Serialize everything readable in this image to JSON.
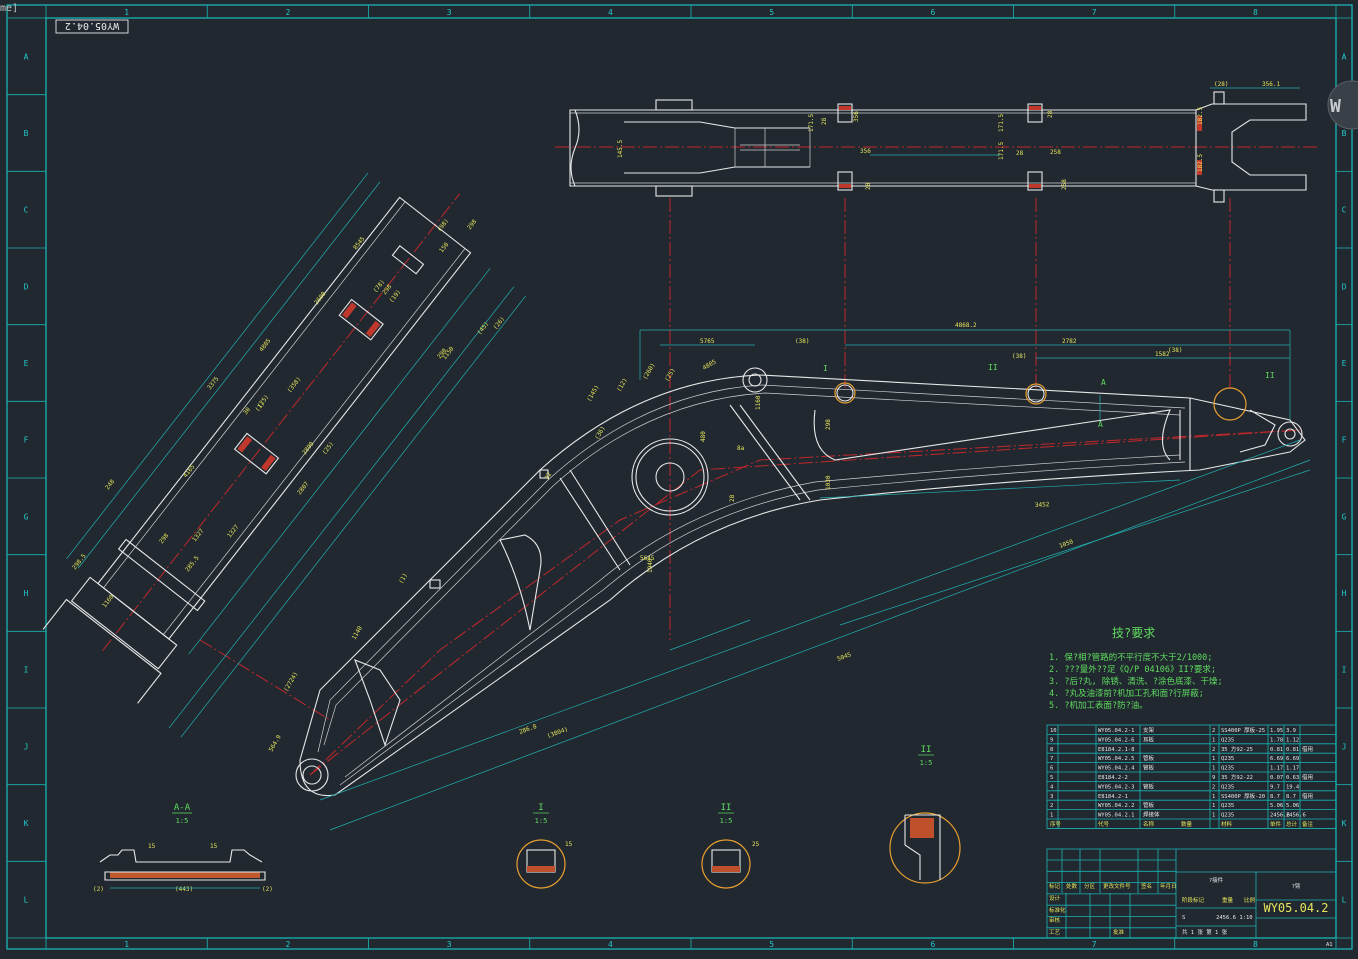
{
  "window": {
    "stub_label": "me]"
  },
  "drawing_code_rotated": "WY05.04.2",
  "zone_columns": [
    "1",
    "2",
    "3",
    "4",
    "5",
    "6",
    "7",
    "8"
  ],
  "zone_rows": [
    "A",
    "B",
    "C",
    "D",
    "E",
    "F",
    "G",
    "H",
    "I",
    "J",
    "K",
    "L"
  ],
  "section_labels": {
    "aa": "A-A",
    "aa_scale": "1:5",
    "s1": "I",
    "s1_scale": "1:5",
    "s2": "II",
    "s2_scale": "1:5",
    "s3": "II",
    "s3_scale": "1:5",
    "marker_a_top": "A",
    "marker_a_bottom": "A",
    "marker_i": "I",
    "marker_ii1": "II",
    "marker_ii2": "II"
  },
  "dimensions": {
    "top_view": [
      "(28)",
      "356.1",
      "182.5",
      "171.5",
      "171.5",
      "182.5",
      "171.5",
      "28",
      "28",
      "356",
      "258",
      "258",
      "28",
      "28",
      "356",
      "145.5"
    ],
    "main_view": [
      "4868.2",
      "5765",
      "2782",
      "1582",
      "(38)",
      "(38)",
      "(38)",
      "(25)",
      "4805",
      "1160",
      "(260)",
      "3452",
      "(12)",
      "(145)",
      "(36)",
      "298",
      "1030",
      "480",
      "28",
      "32",
      "1940",
      "1050",
      "8a",
      "(1)",
      "5045",
      "1140",
      "(3804)",
      "(2724)",
      "564.9",
      "286.8",
      "5645"
    ],
    "rotated_view": [
      "8545",
      "(98)",
      "298",
      "2600",
      "(78)",
      "4805",
      "(19)",
      "3375",
      "(358)",
      "150",
      "1150",
      "4165",
      "(1)",
      "2890",
      "1327",
      "298",
      "248",
      "(25)",
      "(26)",
      "290",
      "(25)",
      "(45)",
      "30",
      "298",
      "1327",
      "2807",
      "298.5",
      "1160",
      "285.5"
    ],
    "sec_aa": [
      "15",
      "15",
      "(2)",
      "(443)",
      "(2)"
    ],
    "sec_i": [
      "15"
    ],
    "sec_ii": [
      "25"
    ]
  },
  "tech_requirements": {
    "title": "技?要求",
    "items": [
      "1. 保?相?管路的不平行度不大于2/1000;",
      "2. ???量外??足《Q/P 04106》II?要求;",
      "3. ?后?丸, 除锈、清洗、?涂色底漆、干燥;",
      "4. ?丸及油漆前?机加工孔和面?行屏蔽;",
      "5. ?机加工表面?防?油。"
    ]
  },
  "parts_list": {
    "rows": [
      {
        "no": "10",
        "code": "WY05.04.2-1",
        "name": "支架",
        "qty": "2",
        "mat": "SS400P 厚板-25",
        "w1": "1.95",
        "w2": "3.9",
        "note": ""
      },
      {
        "no": "9",
        "code": "WY05.04.2-6",
        "name": "耳板",
        "qty": "1",
        "mat": "Q235",
        "w1": "1.78",
        "w2": "1.12",
        "note": ""
      },
      {
        "no": "8",
        "code": "E8184.2.1-8",
        "name": "",
        "qty": "2",
        "mat": "35 方92-25",
        "w1": "0.81",
        "w2": "0.81",
        "note": "借用"
      },
      {
        "no": "7",
        "code": "WY05.04.2.5",
        "name": "管板",
        "qty": "1",
        "mat": "Q235",
        "w1": "6.69",
        "w2": "6.69",
        "note": ""
      },
      {
        "no": "6",
        "code": "WY05.04.2.4",
        "name": "管板",
        "qty": "1",
        "mat": "Q235",
        "w1": "1.17",
        "w2": "1.17",
        "note": ""
      },
      {
        "no": "5",
        "code": "E8184.2-2",
        "name": "",
        "qty": "9",
        "mat": "35 方92-22",
        "w1": "0.07",
        "w2": "0.63",
        "note": "借用"
      },
      {
        "no": "4",
        "code": "WY05.04.2-3",
        "name": "管板",
        "qty": "2",
        "mat": "Q235",
        "w1": "9.7",
        "w2": "19.4",
        "note": ""
      },
      {
        "no": "3",
        "code": "E8184.2-1",
        "name": "",
        "qty": "1",
        "mat": "SS400P 厚板-20",
        "w1": "8.7",
        "w2": "8.7",
        "note": "借用"
      },
      {
        "no": "2",
        "code": "WY05.04.2.2",
        "name": "管板",
        "qty": "1",
        "mat": "Q235",
        "w1": "5.06",
        "w2": "5.06",
        "note": ""
      },
      {
        "no": "1",
        "code": "WY05.04.2.1",
        "name": "焊接体",
        "qty": "1",
        "mat": "Q235",
        "w1": "2456.6",
        "w2": "2456.6",
        "note": ""
      }
    ],
    "header": [
      "序号",
      "代号",
      "名称",
      "数量",
      "材料",
      "单件",
      "总计",
      "备注"
    ]
  },
  "title_block": {
    "part_name_left": "?接件",
    "part_name": "?臂",
    "drawing_no": "WY05.04.2",
    "weight": "2456.6",
    "scale": "1:10",
    "stage_mark": "S",
    "sheet": "共 1 张  第 1 张",
    "labels": [
      "标记",
      "处数",
      "分区",
      "更改文件号",
      "签名",
      "年月日",
      "设计",
      "标准化",
      "审核",
      "工艺",
      "批准",
      "阶段标记",
      "重量",
      "比例"
    ],
    "sheet_size": "A1"
  },
  "watermark_letter": "W"
}
